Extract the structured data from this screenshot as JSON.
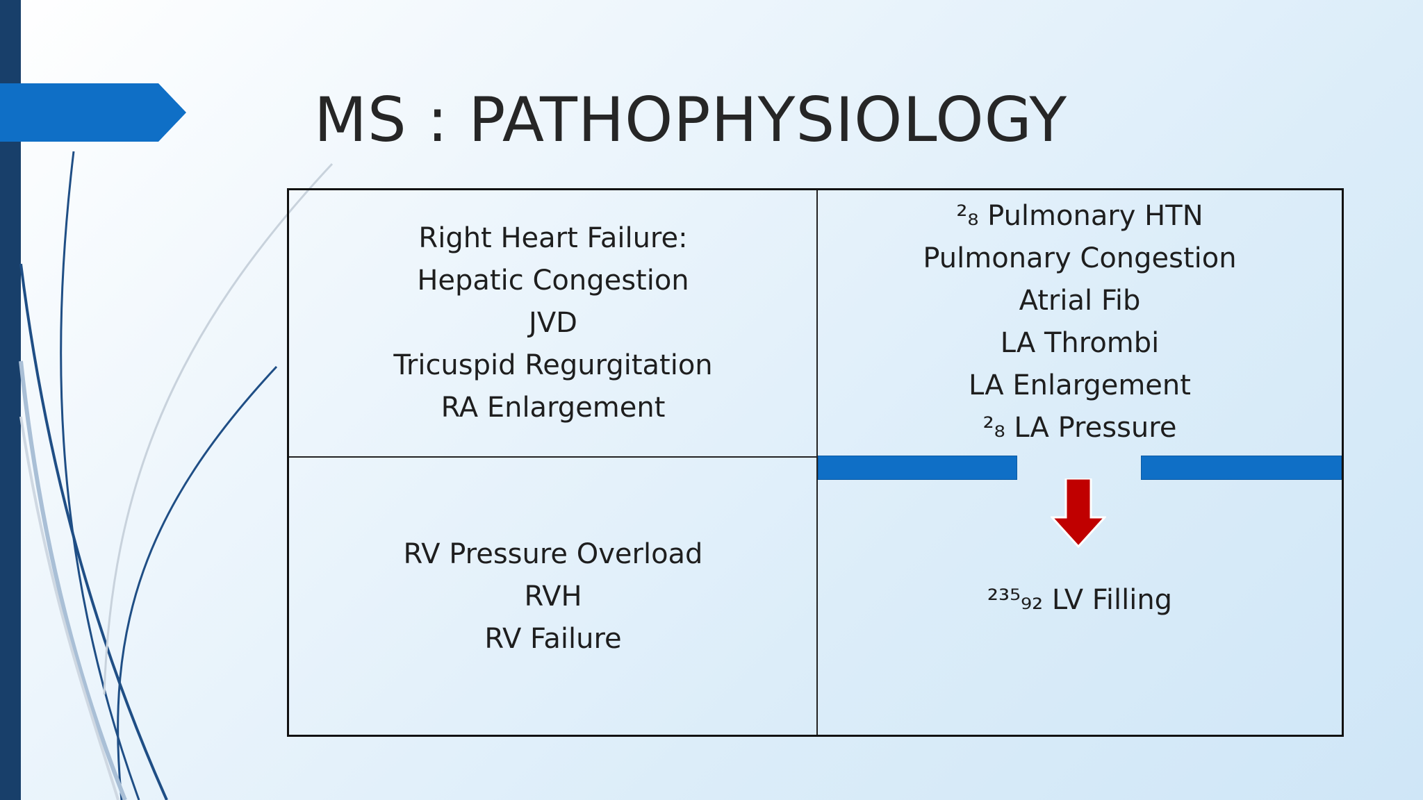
{
  "slide": {
    "title": "MS : PATHOPHYSIOLOGY"
  },
  "table": {
    "top_left": [
      "Right Heart Failure:",
      "Hepatic Congestion",
      "JVD",
      "Tricuspid Regurgitation",
      "RA Enlargement"
    ],
    "top_right": [
      "²₈ Pulmonary HTN",
      "Pulmonary Congestion",
      "Atrial Fib",
      "LA Thrombi",
      "LA Enlargement",
      "²₈ LA Pressure"
    ],
    "bottom_left": [
      "RV Pressure Overload",
      "RVH",
      "RV Failure"
    ],
    "bottom_right": [
      "²³⁵₉₂ LV Filling"
    ]
  },
  "colors": {
    "accent_blue": "#0f6fc6",
    "dark_navy": "#183f6a",
    "arrow_red": "#c00000"
  },
  "icons": {
    "down_arrow": "down-arrow-icon"
  }
}
